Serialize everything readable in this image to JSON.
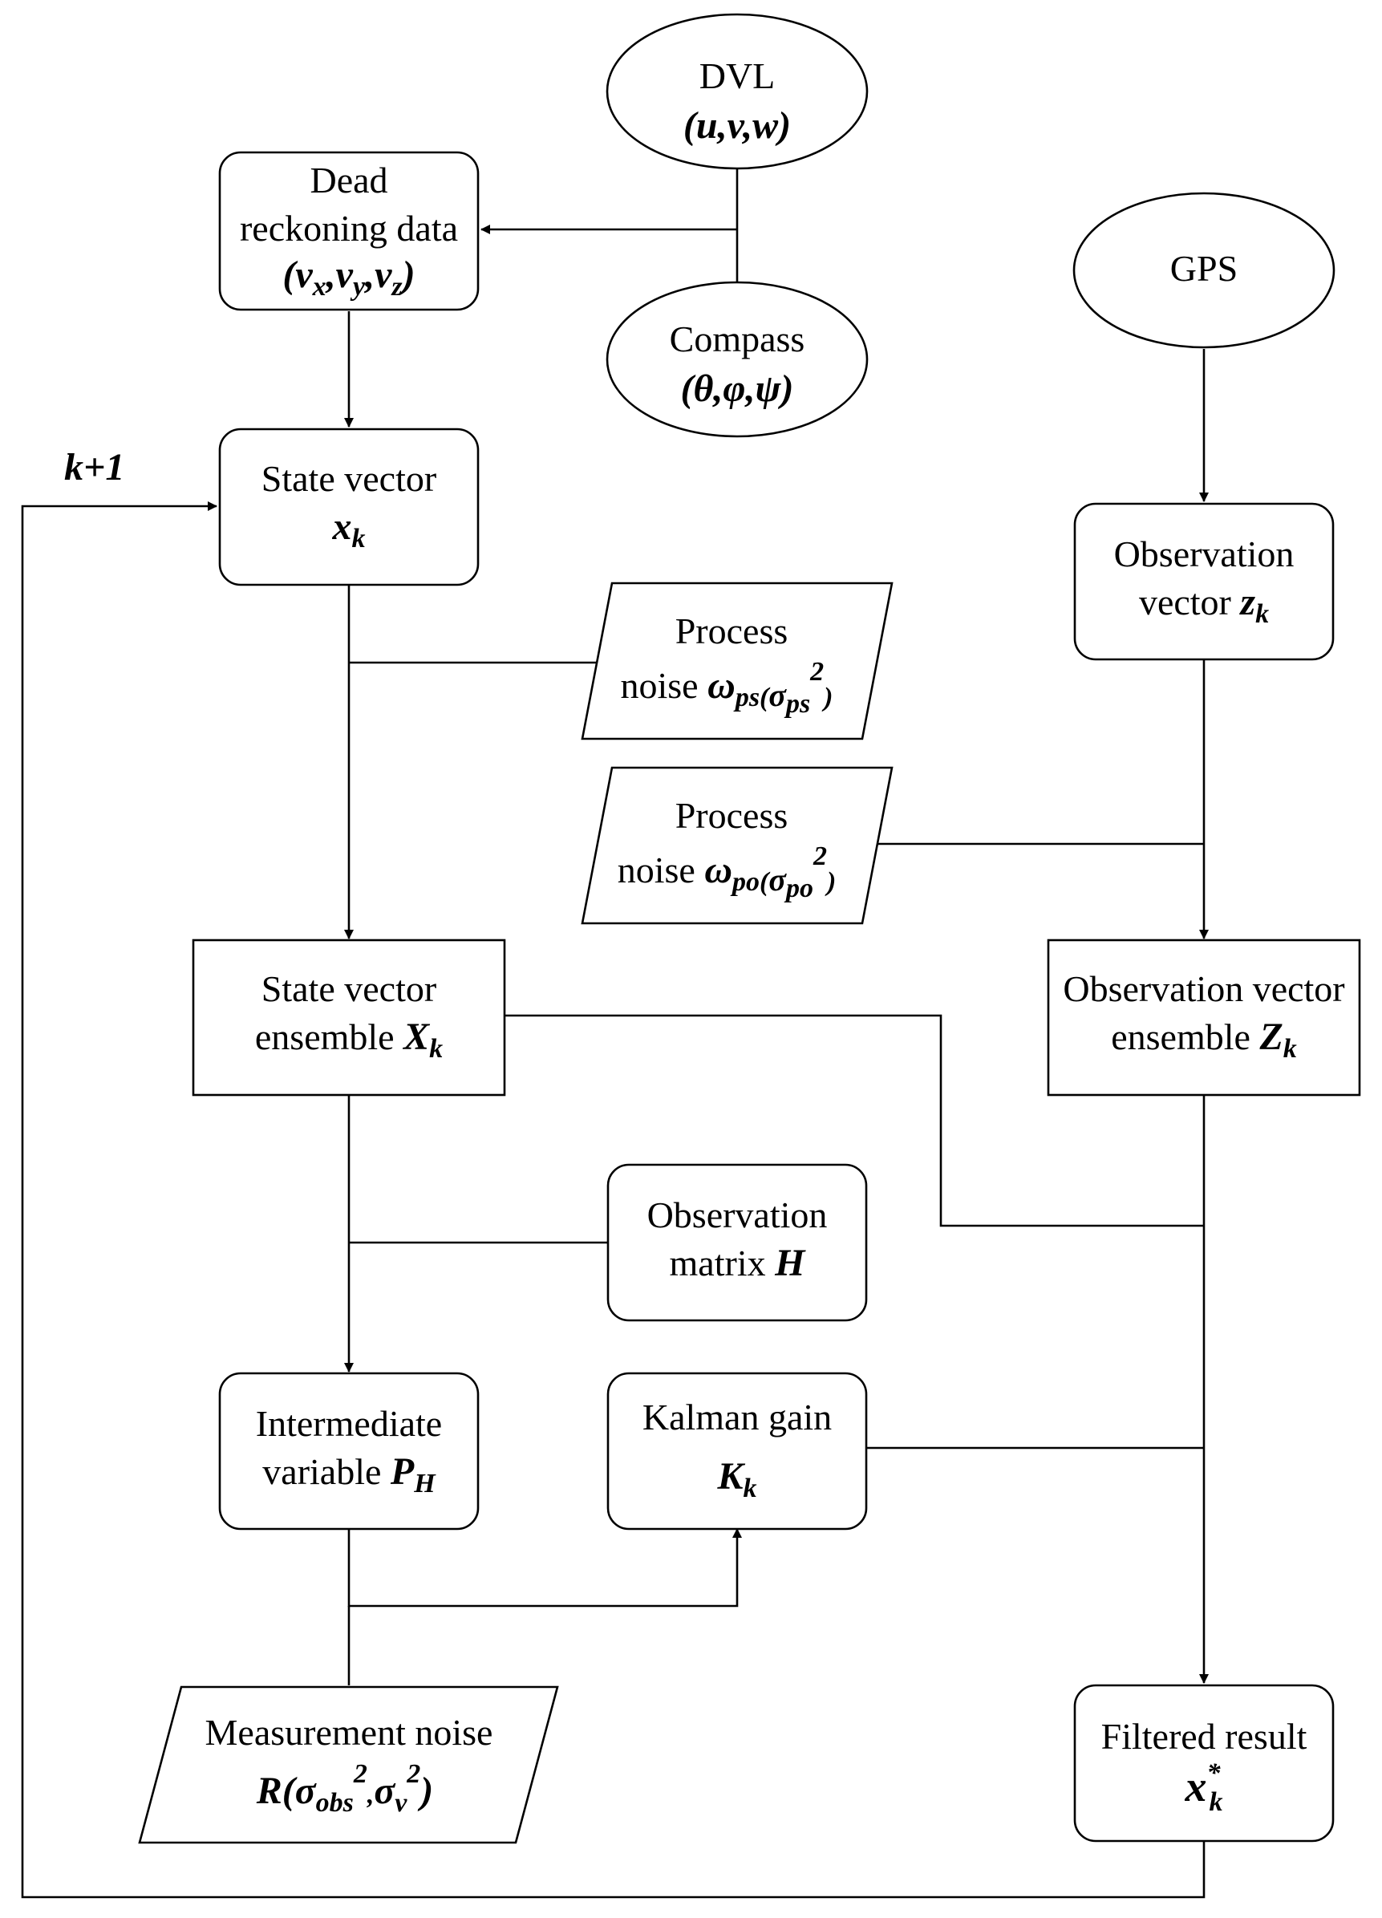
{
  "nodes": {
    "dvl": {
      "label": "DVL",
      "formula": "(u,v,w)"
    },
    "compass": {
      "label": "Compass",
      "formula": "(θ,φ,ψ)"
    },
    "gps": {
      "label": "GPS"
    },
    "dead_reckoning": {
      "line1": "Dead",
      "line2": "reckoning data",
      "formula_open": "(",
      "v1": "v",
      "s1": "x",
      "sep1": ",",
      "v2": "v",
      "s2": "y",
      "sep2": ",",
      "v3": "v",
      "s3": "z",
      "formula_close": ")"
    },
    "state_vector": {
      "label": "State vector",
      "var": "x",
      "sub": "k"
    },
    "loop_label": {
      "text": "k+1"
    },
    "process_noise_s": {
      "line1": "Process",
      "prefix": "noise ",
      "omega": "ω",
      "sub_a": "ps(",
      "sigma": "σ",
      "sub_b": "ps",
      "sup": "2",
      "close": ")"
    },
    "observation_vector": {
      "line1": "Observation",
      "prefix": "vector ",
      "var": "z",
      "sub": "k"
    },
    "process_noise_o": {
      "line1": "Process",
      "prefix": "noise ",
      "omega": "ω",
      "sub_a": "po(",
      "sigma": "σ",
      "sub_b": "po",
      "sup": "2",
      "close": ")"
    },
    "state_ensemble": {
      "line1": "State vector",
      "prefix": "ensemble ",
      "var": "X",
      "sub": "k"
    },
    "observation_ensemble": {
      "line1": "Observation vector",
      "prefix": "ensemble ",
      "var": "Z",
      "sub": "k"
    },
    "observation_matrix": {
      "line1": "Observation",
      "prefix": "matrix ",
      "var": "H"
    },
    "intermediate": {
      "line1": "Intermediate",
      "prefix": "variable ",
      "var": "P",
      "sub": "H"
    },
    "kalman_gain": {
      "line1": "Kalman gain",
      "var": "K",
      "sub": "k"
    },
    "measurement_noise": {
      "line1": "Measurement noise",
      "r": "R(",
      "sigma1": "σ",
      "sub1": "obs",
      "sup1": "2",
      "comma": ",",
      "sigma2": "σ",
      "sub2": "v",
      "sup2": "2",
      "close": ")"
    },
    "filtered": {
      "line1": "Filtered result",
      "var": "x",
      "sup": "*",
      "sub": "k"
    }
  }
}
